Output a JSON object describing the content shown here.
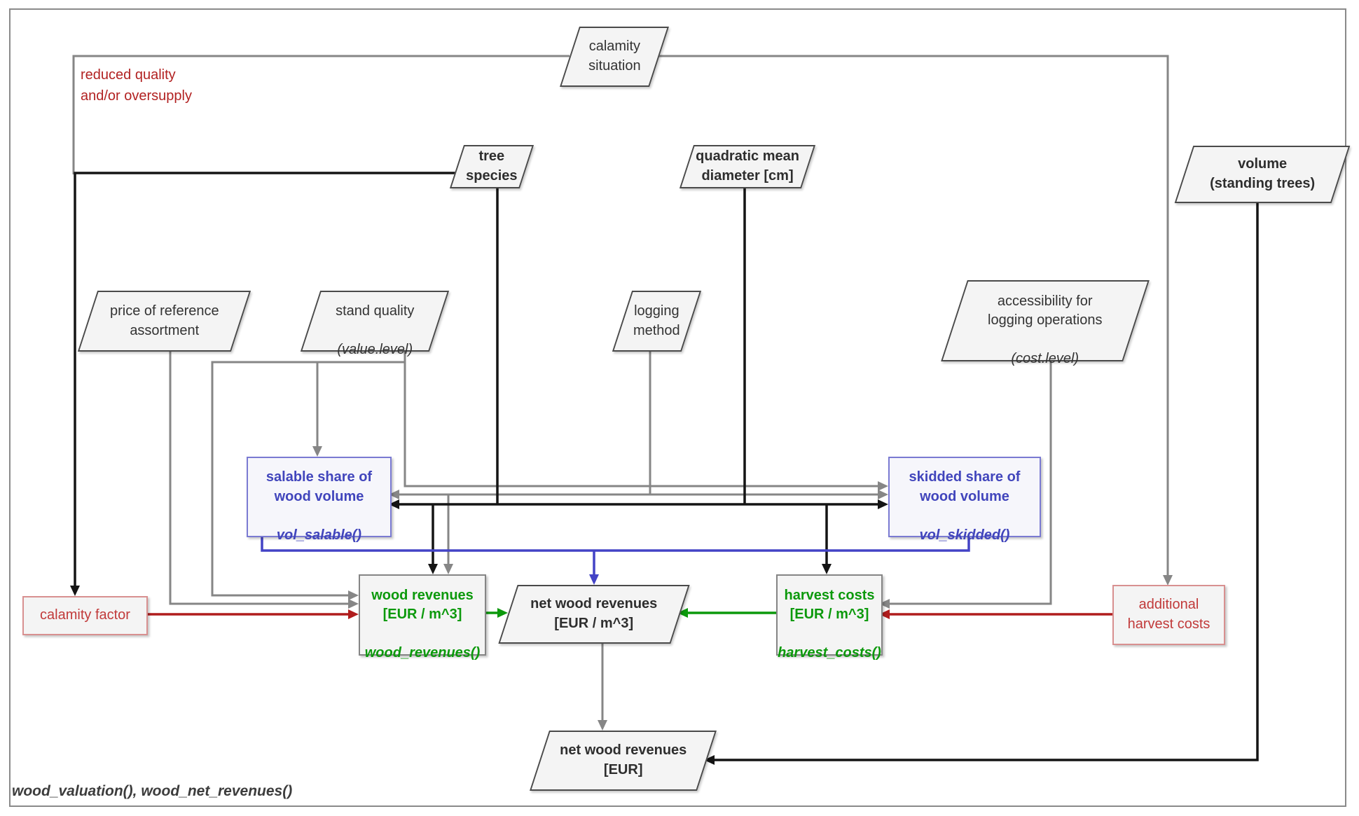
{
  "diagram": {
    "footer_label": "wood_valuation(), wood_net_revenues()",
    "side_note": "reduced quality\nand/or oversupply",
    "inputs": {
      "calamity_situation": "calamity\nsituation",
      "tree_species": "tree\nspecies",
      "quadratic_mean_diameter": "quadratic mean\ndiameter [cm]",
      "volume_standing_trees": "volume\n(standing trees)",
      "price_reference_assortment": "price of reference\nassortment",
      "stand_quality_line1": "stand quality",
      "stand_quality_line2": "(value.level)",
      "logging_method": "logging\nmethod",
      "accessibility_lines": "accessibility for\nlogging operations",
      "accessibility_level": "(cost.level)"
    },
    "functions": {
      "vol_salable_label": "salable share of\nwood volume",
      "vol_salable_fn": "vol_salable()",
      "vol_skidded_label": "skidded share of\nwood volume",
      "vol_skidded_fn": "vol_skidded()",
      "wood_revenues_label": "wood revenues\n[EUR / m^3]",
      "wood_revenues_fn": "wood_revenues()",
      "harvest_costs_label": "harvest costs\n[EUR / m^3]",
      "harvest_costs_fn": "harvest_costs()"
    },
    "modifiers": {
      "calamity_factor": "calamity factor",
      "additional_harvest_costs": "additional\nharvest costs"
    },
    "outputs": {
      "net_wood_revenues_m3": "net wood revenues\n[EUR / m^3]",
      "net_wood_revenues_total": "net wood revenues\n[EUR]"
    },
    "colors": {
      "gray_line": "#868686",
      "black_line": "#141414",
      "blue_line": "#4343c6",
      "green_line": "#0c990c",
      "red_line": "#b01d1d",
      "blue_text": "#4145bc",
      "green_text": "#0c990c",
      "red_text": "#c13a3a",
      "dark_text": "#2e2e2e",
      "box_fill": "#f4f4f4"
    }
  }
}
